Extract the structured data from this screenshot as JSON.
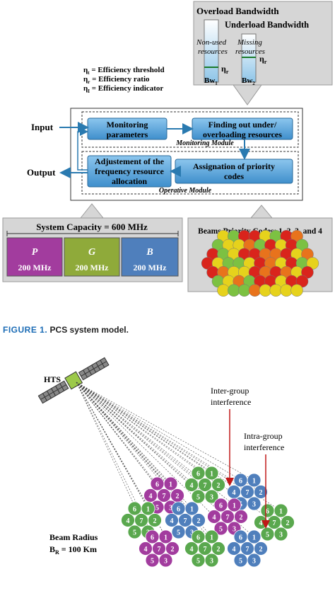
{
  "figure1": {
    "bandwidth_panel": {
      "overload_label": "Overload Bandwidth",
      "underload_label": "Underload Bandwidth",
      "non_used_resources": "Non-used resources",
      "missing_resources": "Missing resources",
      "eta_r": "η",
      "eta_r_sub": "r",
      "bw1": "Bw",
      "bw1_sub": "1",
      "bw2": "Bw",
      "bw2_sub": "2"
    },
    "definitions": [
      {
        "sym": "η",
        "sub": "t",
        "text": " = Efficiency threshold"
      },
      {
        "sym": "η",
        "sub": "r",
        "text": " = Efficiency ratio"
      },
      {
        "sym": "η",
        "sub": "I",
        "text": " = Efficiency indicator"
      }
    ],
    "input_label": "Input",
    "output_label": "Output",
    "monitoring_module": {
      "label": "Monitoring Module",
      "box1_line1": "Monitoring",
      "box1_line2": "parameters",
      "box2_line1": "Finding out under/",
      "box2_line2": "overloading resources"
    },
    "operative_module": {
      "label": "Operative Module",
      "box1_line1": "Adjustement of the",
      "box1_line2": "frequency resource",
      "box1_line3": "allocation",
      "box2_line1": "Assignation of priority",
      "box2_line2": "codes"
    },
    "capacity_panel": {
      "title": "System Capacity = 600 MHz",
      "bands": [
        {
          "letter": "P",
          "value": "200 MHz",
          "color": "#a23c9e"
        },
        {
          "letter": "G",
          "value": "200 MHz",
          "color": "#8faa3a"
        },
        {
          "letter": "B",
          "value": "200 MHz",
          "color": "#4f7fbc"
        }
      ]
    },
    "priority_panel": {
      "title": "Beams Priority Codes: 1, 2, 3, and 4"
    },
    "caption_label": "FIGURE 1.",
    "caption_text": "PCS system model."
  },
  "figure2": {
    "satellite_label": "HTS",
    "inter_group_line1": "Inter-group",
    "inter_group_line2": "interference",
    "intra_group_line1": "Intra-group",
    "intra_group_line2": "interference",
    "beam_radius_line1": "Beam Radius",
    "beam_radius_line2": "B",
    "beam_radius_sub": "R",
    "beam_radius_value": " = 100 Km"
  },
  "colors": {
    "box_fill": "#5ba3d6",
    "arrow": "#2a7ab0",
    "panel_gray": "#d0d0d0",
    "purple": "#a23c9e",
    "green": "#5aa84e",
    "blue": "#4f7fbc",
    "red_prio": "#d9241c",
    "yellow_prio": "#e6d21c",
    "green_prio": "#7cc142",
    "orange_prio": "#e8731c"
  }
}
